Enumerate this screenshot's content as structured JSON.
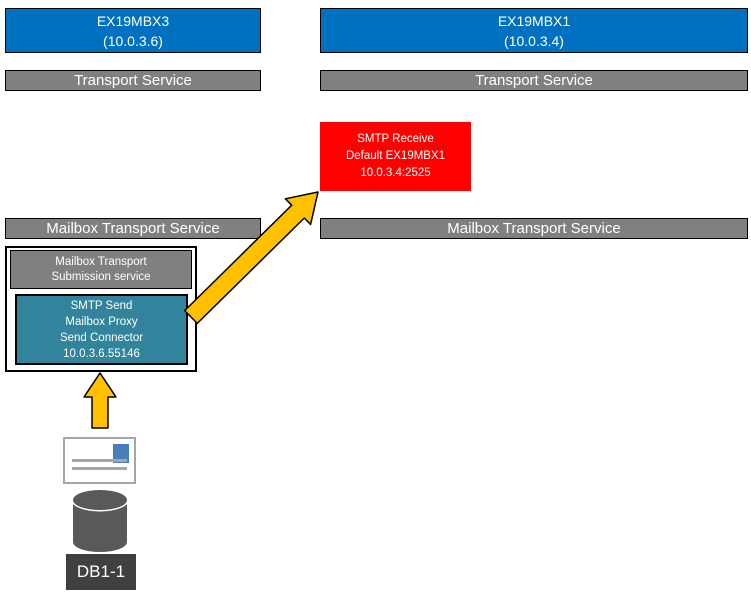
{
  "servers": {
    "left": {
      "name": "EX19MBX3",
      "ip": "(10.0.3.6)"
    },
    "right": {
      "name": "EX19MBX1",
      "ip": "(10.0.3.4)"
    }
  },
  "labels": {
    "transport_left": "Transport Service",
    "transport_right": "Transport Service",
    "mailbox_transport_left": "Mailbox Transport Service",
    "mailbox_transport_right": "Mailbox Transport Service"
  },
  "smtp_receive": {
    "line1": "SMTP Receive",
    "line2": "Default EX19MBX1",
    "line3": "10.0.3.4:2525"
  },
  "submission_service": {
    "line1": "Mailbox Transport",
    "line2": "Submission service"
  },
  "smtp_send": {
    "line1": "SMTP Send",
    "line2": "Mailbox Proxy",
    "line3": "Send Connector",
    "line4": "10.0.3.6.55146"
  },
  "database": {
    "label": "DB1-1"
  },
  "icons": {
    "envelope": "envelope-icon",
    "database_cylinder": "database-cylinder-icon",
    "arrow_up": "up-arrow-icon",
    "arrow_diagonal": "diagonal-arrow-icon"
  },
  "colors": {
    "server_blue": "#0070C0",
    "service_gray": "#808080",
    "receive_red": "#FF0000",
    "send_teal": "#31849B",
    "arrow_orange": "#FFC000",
    "cylinder_gray": "#595959",
    "db_label_gray": "#404040",
    "envelope_stamp_blue": "#4a7ebb"
  }
}
